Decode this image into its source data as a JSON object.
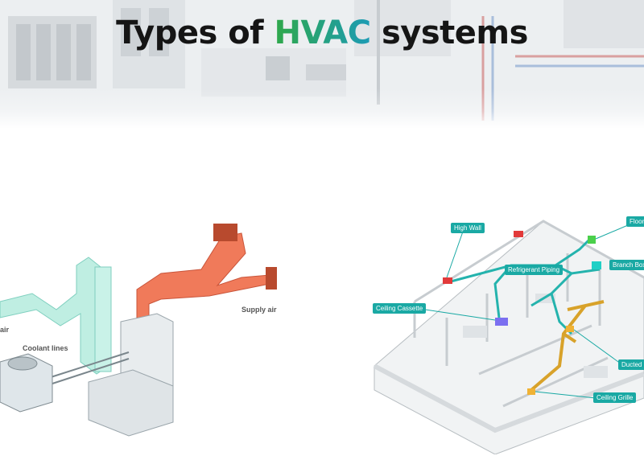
{
  "title": {
    "prefix": "Types of ",
    "highlight": "HVAC",
    "suffix": " systems"
  },
  "colors": {
    "title_dark": "#151515",
    "title_green": "#2fa84a",
    "title_teal": "#1c9bb6",
    "duct_return": "#bfeee2",
    "duct_supply": "#f07a5a",
    "callout": "#1aa9a4",
    "piping": "#24b3ad",
    "ducted_gold": "#d8a22a"
  },
  "left_diagram": {
    "labels": {
      "air": "air",
      "coolant": "Coolant lines",
      "supply": "Supply air"
    }
  },
  "right_diagram": {
    "callouts": {
      "high_wall": "High Wall",
      "floor": "Floor C",
      "refrigerant": "Refrigerant Piping",
      "branch_box": "Branch Box",
      "ceiling_cassette": "Ceiling Cassette",
      "ducted": "Ducted C",
      "ceiling_grille": "Ceiling Grille"
    }
  }
}
